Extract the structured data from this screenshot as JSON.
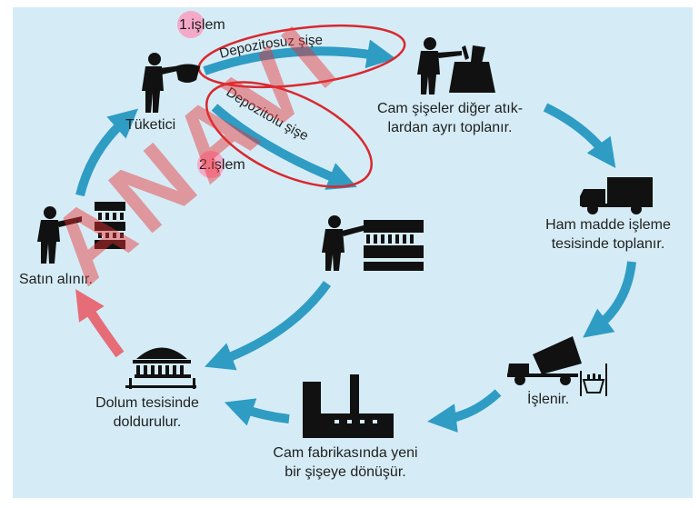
{
  "colors": {
    "background": "#d5ecf6",
    "cycle_arrow": "#2f9cc4",
    "ellipse_outline": "#d9282f",
    "step_marker": "#f5a9c8",
    "watermark": "#e83030",
    "icon": "#111111"
  },
  "stages": {
    "consumer": "Tüketici",
    "separate_collection_line1": "Cam şişeler diğer atık-",
    "separate_collection_line2": "lardan ayrı toplanır.",
    "raw_material_line1": "Ham madde işleme",
    "raw_material_line2": "tesisinde toplanır.",
    "processed": "İşlenir.",
    "glass_factory_line1": "Cam fabrikasında yeni",
    "glass_factory_line2": "bir şişeye dönüşür.",
    "filling_line1": "Dolum tesisinde",
    "filling_line2": "doldurulur.",
    "purchased": "Satın alınır."
  },
  "paths": {
    "process1_label": "1.işlem",
    "process1_arrow": "Depozitosuz şişe",
    "process2_label": "2.işlem",
    "process2_arrow": "Depozitolu şişe"
  },
  "icons": [
    "consumer-with-bottle-icon",
    "person-at-bin-icon",
    "truck-icon",
    "dump-truck-icon",
    "glass-factory-icon",
    "bottling-plant-icon",
    "person-returning-bottles-icon",
    "person-buying-bottles-icon"
  ],
  "watermark": "ANAVI"
}
